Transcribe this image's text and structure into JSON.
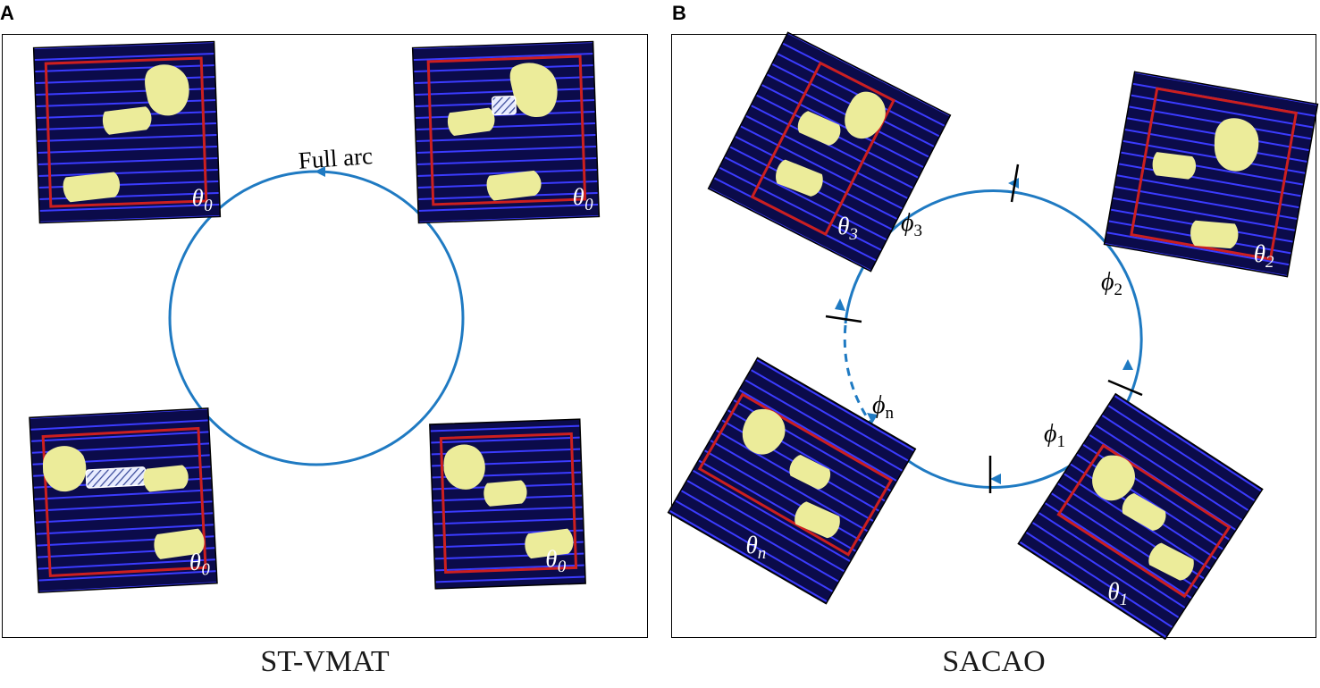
{
  "panels": [
    {
      "letter": "A",
      "caption": "ST-VMAT",
      "arc_label": "Full arc",
      "fields": [
        {
          "label_main": "θ",
          "label_sub": "0"
        },
        {
          "label_main": "θ",
          "label_sub": "0"
        },
        {
          "label_main": "θ",
          "label_sub": "0"
        },
        {
          "label_main": "θ",
          "label_sub": "0"
        }
      ]
    },
    {
      "letter": "B",
      "caption": "SACAO",
      "fields": [
        {
          "label_main": "θ",
          "label_sub": "3"
        },
        {
          "label_main": "θ",
          "label_sub": "2"
        },
        {
          "label_main": "θ",
          "label_sub": "n"
        },
        {
          "label_main": "θ",
          "label_sub": "1"
        }
      ],
      "arc_segments": [
        {
          "main": "ϕ",
          "sub": "3"
        },
        {
          "main": "ϕ",
          "sub": "2"
        },
        {
          "main": "ϕ",
          "sub": "n"
        },
        {
          "main": "ϕ",
          "sub": "1"
        }
      ]
    }
  ],
  "colors": {
    "arc": "#1f7ac2",
    "field_bg": "#0b0b4a",
    "leaf_line": "#3b3bff",
    "aperture": "#cc1f1f",
    "target": "#ecec9a",
    "frame": "#000000"
  }
}
